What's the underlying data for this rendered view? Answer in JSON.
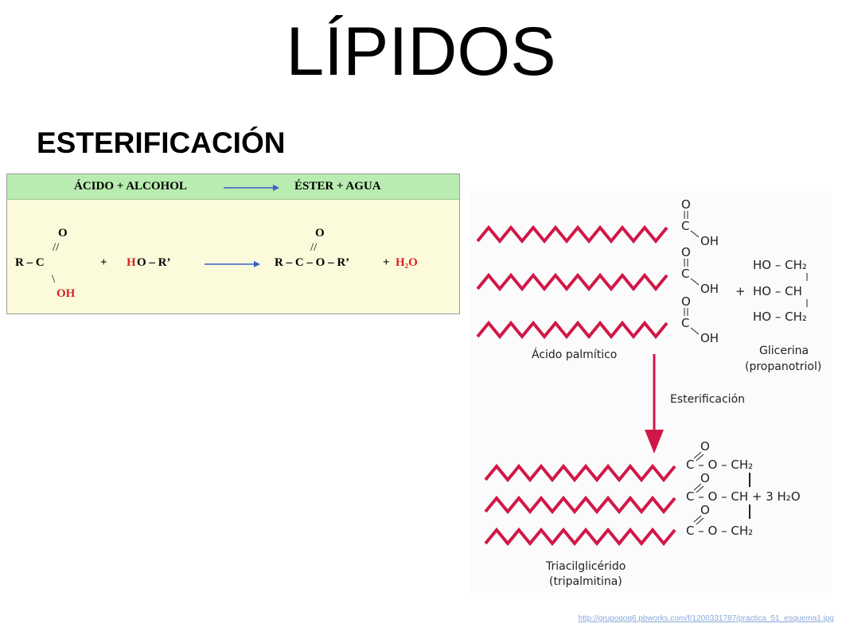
{
  "title": "LÍPIDOS",
  "subtitle": "ESTERIFICACIÓN",
  "general_equation": {
    "header_left": "ÁCIDO + ALCOHOL",
    "header_right": "ÉSTER + AGUA",
    "acid_o_top": "O",
    "acid_dbl": "//",
    "acid_main": "R – C",
    "acid_bond": "\\",
    "acid_oh": "OH",
    "plus": "+",
    "alcohol_h": "H",
    "alcohol_rest": "O – R’",
    "ester_o_top": "O",
    "ester_dbl": "//",
    "ester_main": "R – C – O – R’",
    "plus2": "+",
    "water": "H₂O"
  },
  "palmitic_figure": {
    "acid_o": "O",
    "acid_c": "C",
    "acid_oh": "OH",
    "plus": "+",
    "glycerol_row1": "HO – CH₂",
    "glycerol_row2": "HO – CH",
    "glycerol_row3": "HO – CH₂",
    "acid_label": "Ácido palmítico",
    "glycerol_label_1": "Glicerina",
    "glycerol_label_2": "(propanotriol)",
    "arrow_label": "Esterificación",
    "ester_o": "O",
    "ester_row1": "C – O – CH₂",
    "ester_row2": "C – O – CH + 3 H₂O",
    "ester_row3": "C – O – CH₂",
    "product_label_1": "Triacilglicérido",
    "product_label_2": "(tripalmitina)"
  },
  "colors": {
    "chain": "#d01848",
    "arrow": "#d01848",
    "header_bg": "#b8ecb0",
    "box_bg": "#fbfbdc",
    "eq_arrow": "#3a5fc8",
    "red_text": "#d81f1f"
  },
  "credit": "http://grupoqoq6.pbworks.com/f/1200331787/practica_51_esquema1.jpg"
}
